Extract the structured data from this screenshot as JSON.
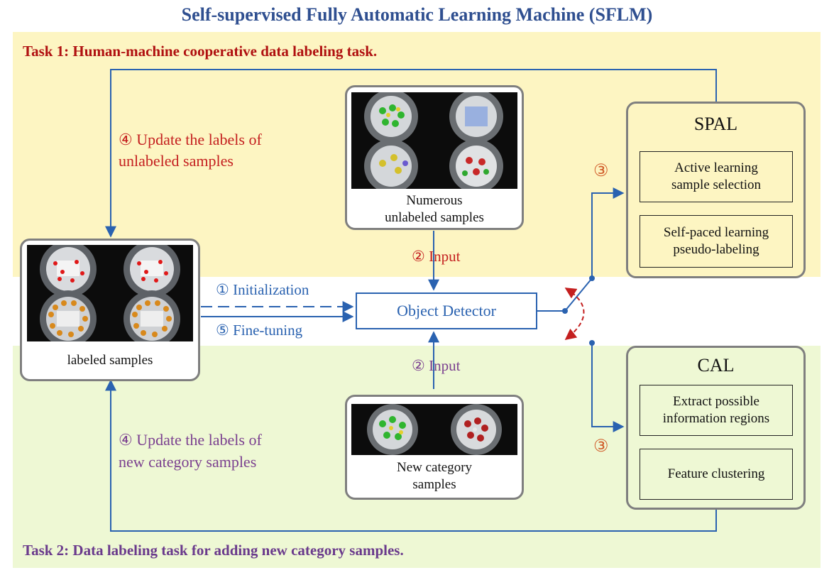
{
  "title": "Self-supervised Fully Automatic Learning Machine (SFLM)",
  "task1": {
    "title": "Task 1: Human-machine cooperative data labeling task."
  },
  "task2": {
    "title": "Task 2: Data labeling task for adding new category samples."
  },
  "labeled": {
    "label": "labeled samples"
  },
  "unlabeled": {
    "label_line1": "Numerous",
    "label_line2": "unlabeled samples"
  },
  "newcat": {
    "label_line1": "New category",
    "label_line2": "samples"
  },
  "detector": {
    "label": "Object Detector"
  },
  "steps": {
    "init": "① Initialization",
    "finetune": "⑤ Fine-tuning",
    "input_top": "② Input",
    "input_bottom": "② Input",
    "update_top_line1": "④ Update the labels of",
    "update_top_line2": "unlabeled samples",
    "update_bottom_line1": "④ Update the labels of",
    "update_bottom_line2": "new category samples",
    "three_top": "③",
    "three_bottom": "③"
  },
  "spal": {
    "title": "SPAL",
    "box1_line1": "Active learning",
    "box1_line2": "sample selection",
    "box2_line1": "Self-paced learning",
    "box2_line2": "pseudo-labeling"
  },
  "cal": {
    "title": "CAL",
    "box1_line1": "Extract possible",
    "box1_line2": "information regions",
    "box2": "Feature clustering"
  },
  "colors": {
    "task1": "#b01010",
    "task2": "#6a3a8c",
    "arrows": "#2a62b0",
    "switch": "#c41f1f"
  }
}
